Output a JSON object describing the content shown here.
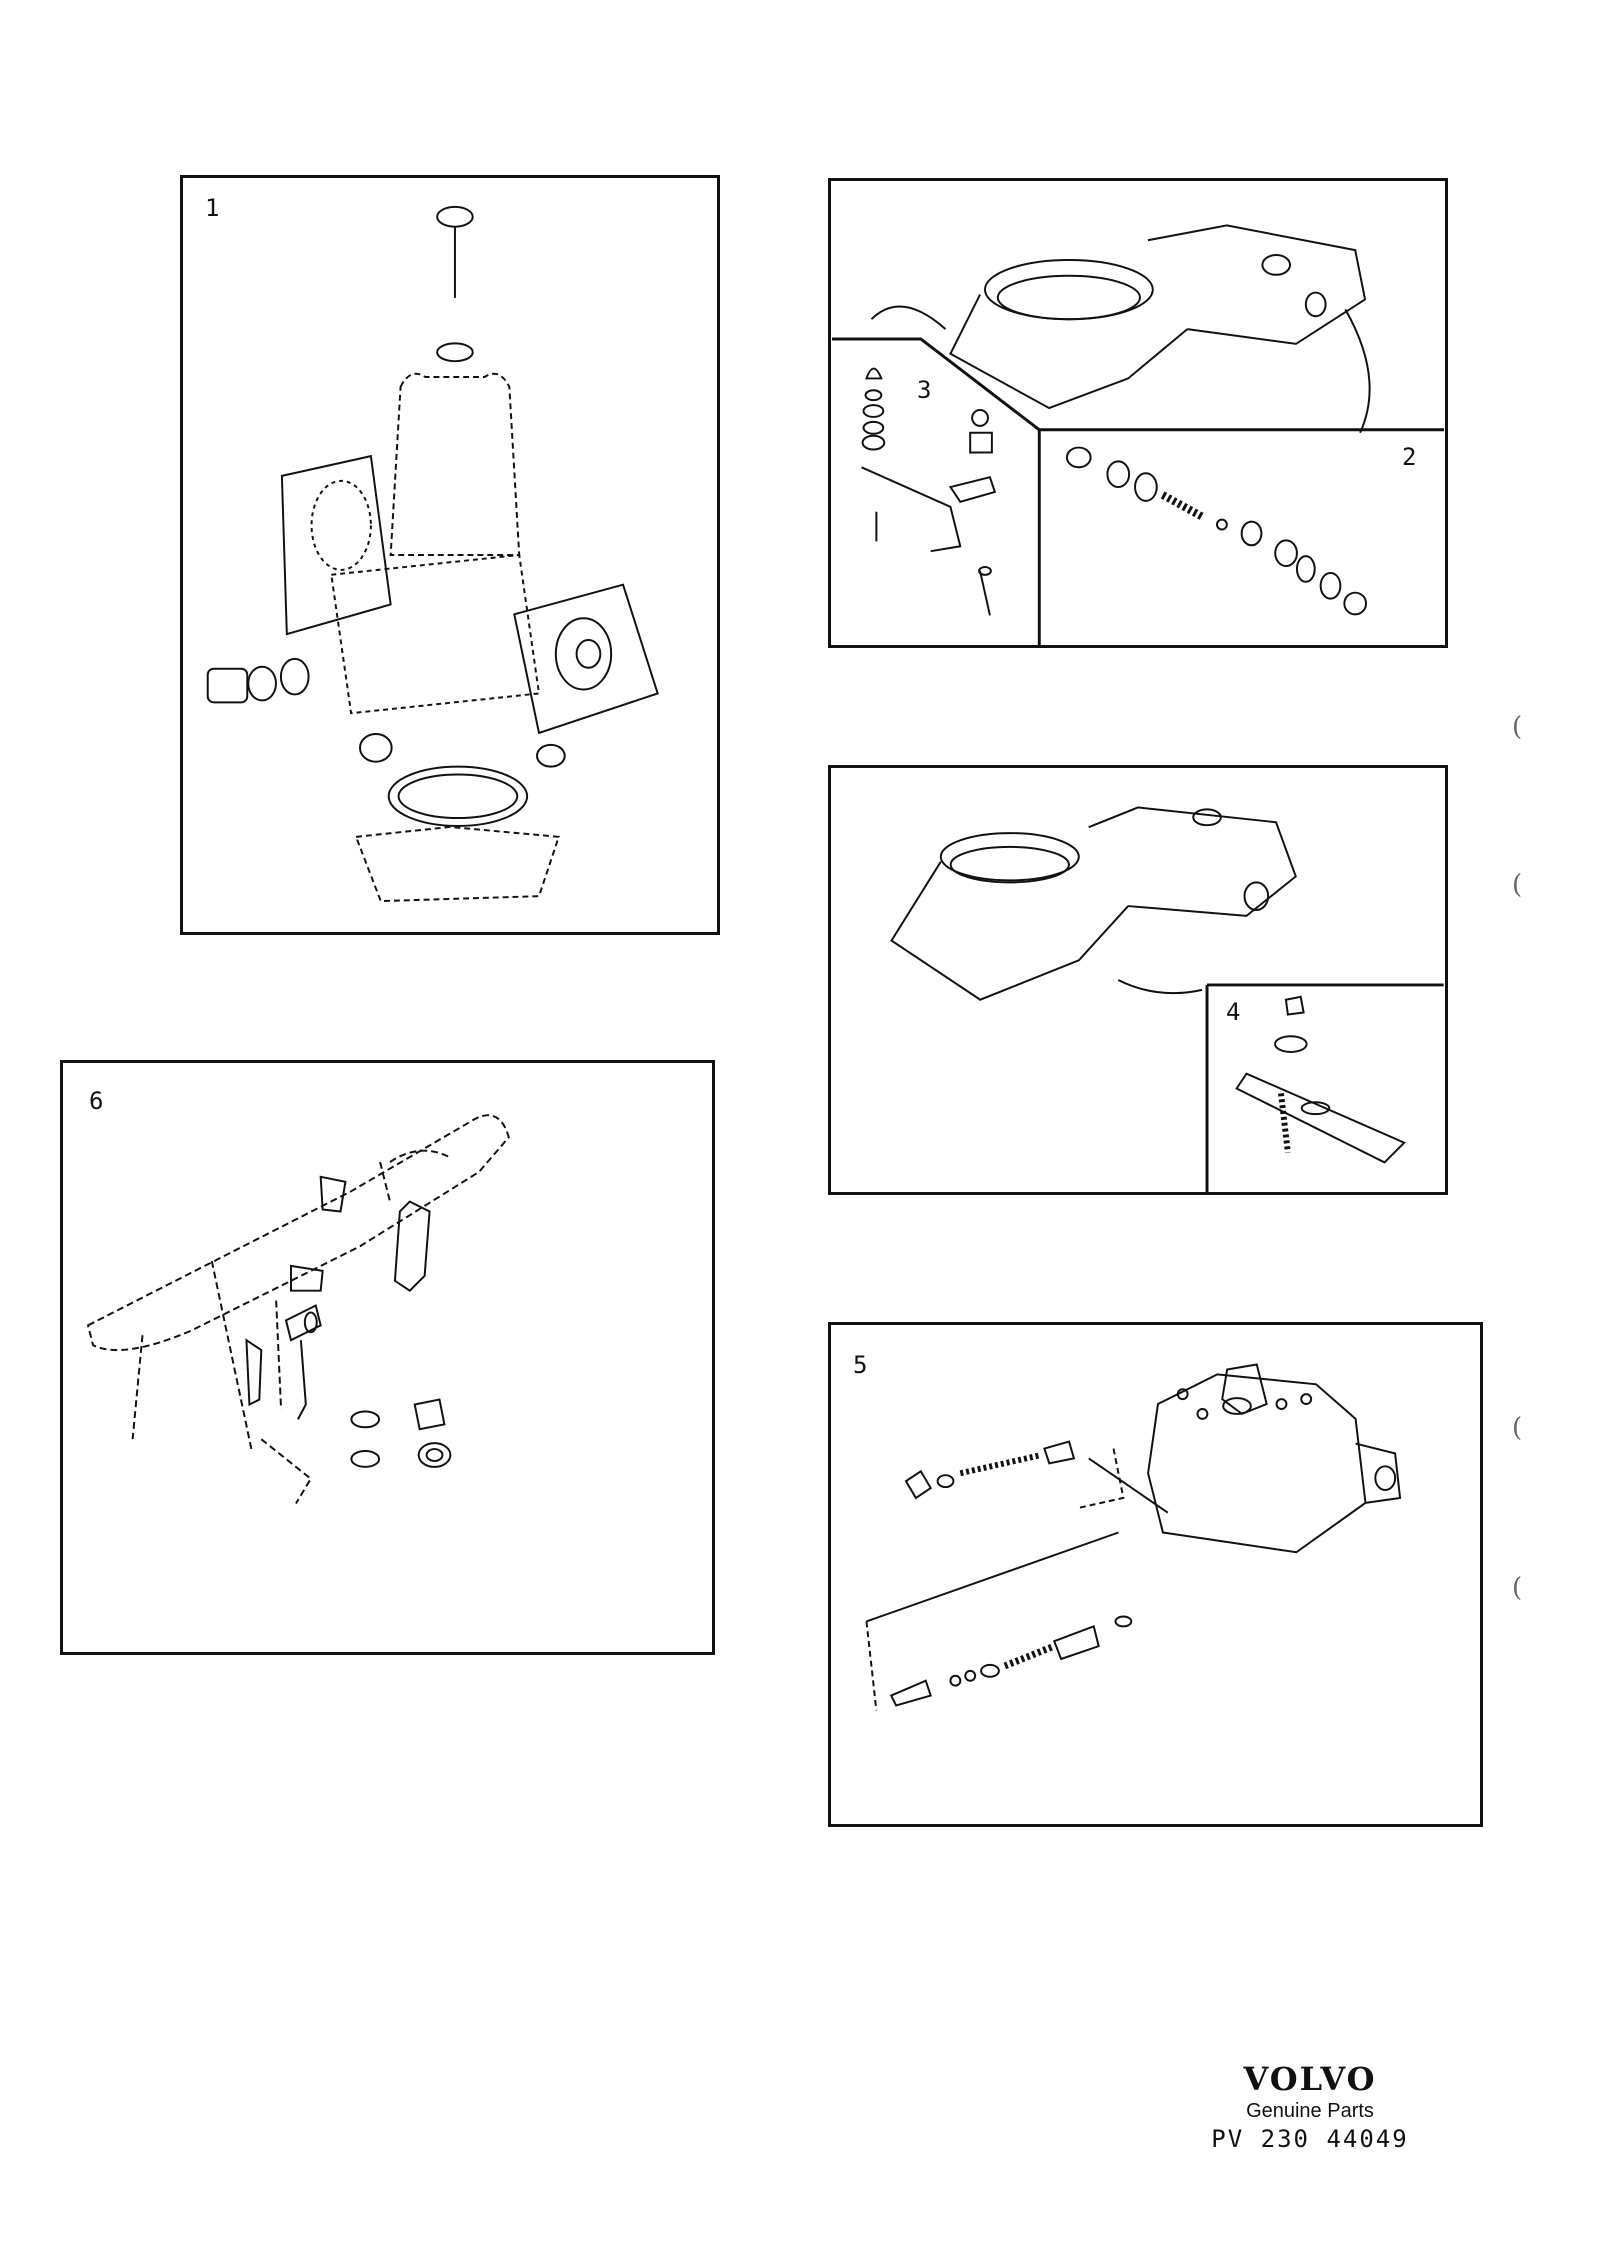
{
  "panels": {
    "p1": {
      "label": "1"
    },
    "p2": {
      "label": "2"
    },
    "p3": {
      "label": "3"
    },
    "p4": {
      "label": "4"
    },
    "p5": {
      "label": "5"
    },
    "p6": {
      "label": "6"
    }
  },
  "margin_marks": [
    "(",
    "(",
    "(",
    "("
  ],
  "footer": {
    "brand": "VOLVO",
    "subtitle": "Genuine Parts",
    "code": "PV 230 44049"
  },
  "icons": {
    "p1": "carburetor-exploded-drawing",
    "p2": "valve-parts-row-drawing",
    "p3": "linkage-parts-drawing",
    "p4": "bracket-bolt-drawing",
    "p5": "fuel-distributor-drawing",
    "p6": "fuel-rail-injectors-drawing"
  }
}
